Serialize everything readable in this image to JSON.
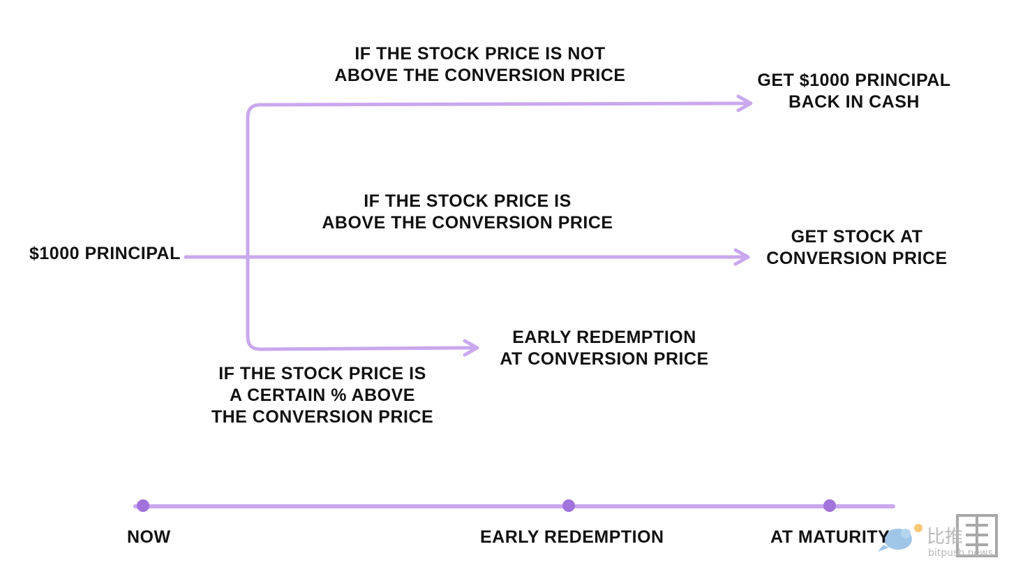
{
  "colors": {
    "arrow": "#c9a8ee",
    "timeline": "#c9a8ee",
    "dot": "#a173db",
    "text": "#111111"
  },
  "start_node": {
    "label": "$1000 PRINCIPAL"
  },
  "branches": {
    "top": {
      "condition": [
        "IF THE STOCK PRICE IS NOT",
        "ABOVE THE CONVERSION PRICE"
      ],
      "outcome": [
        "GET $1000 PRINCIPAL",
        "BACK IN CASH"
      ]
    },
    "middle": {
      "condition": [
        "IF THE STOCK PRICE IS",
        "ABOVE THE CONVERSION PRICE"
      ],
      "outcome": [
        "GET STOCK AT",
        "CONVERSION PRICE"
      ]
    },
    "bottom": {
      "condition": [
        "IF THE STOCK PRICE IS",
        "A CERTAIN % ABOVE",
        "THE CONVERSION PRICE"
      ],
      "outcome": [
        "EARLY REDEMPTION",
        "AT CONVERSION PRICE"
      ]
    }
  },
  "timeline": {
    "points": [
      "NOW",
      "EARLY REDEMPTION",
      "AT MATURITY"
    ]
  },
  "watermark": {
    "brand": "比推",
    "sub": "bitpush.news",
    "icon": "bird-logo-icon"
  }
}
